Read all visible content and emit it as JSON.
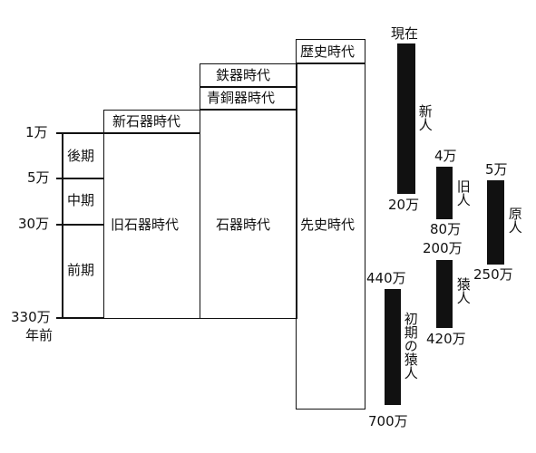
{
  "timeline": {
    "left_labels": [
      "1万",
      "5万",
      "30万",
      "330万"
    ],
    "unit_suffix": "年前",
    "stages": [
      "後期",
      "中期",
      "前期"
    ]
  },
  "columns": {
    "neolithic": "新石器時代",
    "paleolithic": "旧石器時代",
    "stone_age": "石器時代",
    "iron_age": "鉄器時代",
    "bronze_age": "青銅器時代",
    "prehistoric": "先史時代",
    "historic": "歴史時代"
  },
  "humans": {
    "modern": {
      "label": "新人",
      "top": "現在",
      "bottom": "20万"
    },
    "archaic": {
      "label": "旧人",
      "top": "4万",
      "bottom": "80万"
    },
    "primitive": {
      "label": "原人",
      "top": "5万",
      "bottom": "250万"
    },
    "ape_man": {
      "label": "猿人",
      "top": "200万",
      "bottom": "420万"
    },
    "early_ape_man": {
      "label": "初期の猿人",
      "top": "440万",
      "bottom": "700万"
    }
  }
}
